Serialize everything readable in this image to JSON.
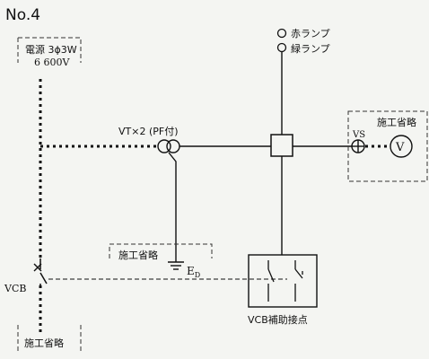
{
  "page": {
    "problem_number": "No.4"
  },
  "labels": {
    "power_source_line1": "電源 3ϕ3W",
    "power_source_line2": "6 600V",
    "red_lamp": "赤ランプ",
    "green_lamp": "緑ランプ",
    "vt": "VT×2 (PF付)",
    "omitted_top_right": "施工省略",
    "vs": "VS",
    "voltmeter": "V",
    "omitted_middle": "施工省略",
    "earth": "E",
    "earth_subscript": "D",
    "vcb": "VCB",
    "vcb_aux_contacts": "VCB補助接点",
    "omitted_bottom_left": "施工省略"
  },
  "colors": {
    "ink": "#111111",
    "dashed_box": "#333333",
    "background": "#f4f5f2"
  }
}
